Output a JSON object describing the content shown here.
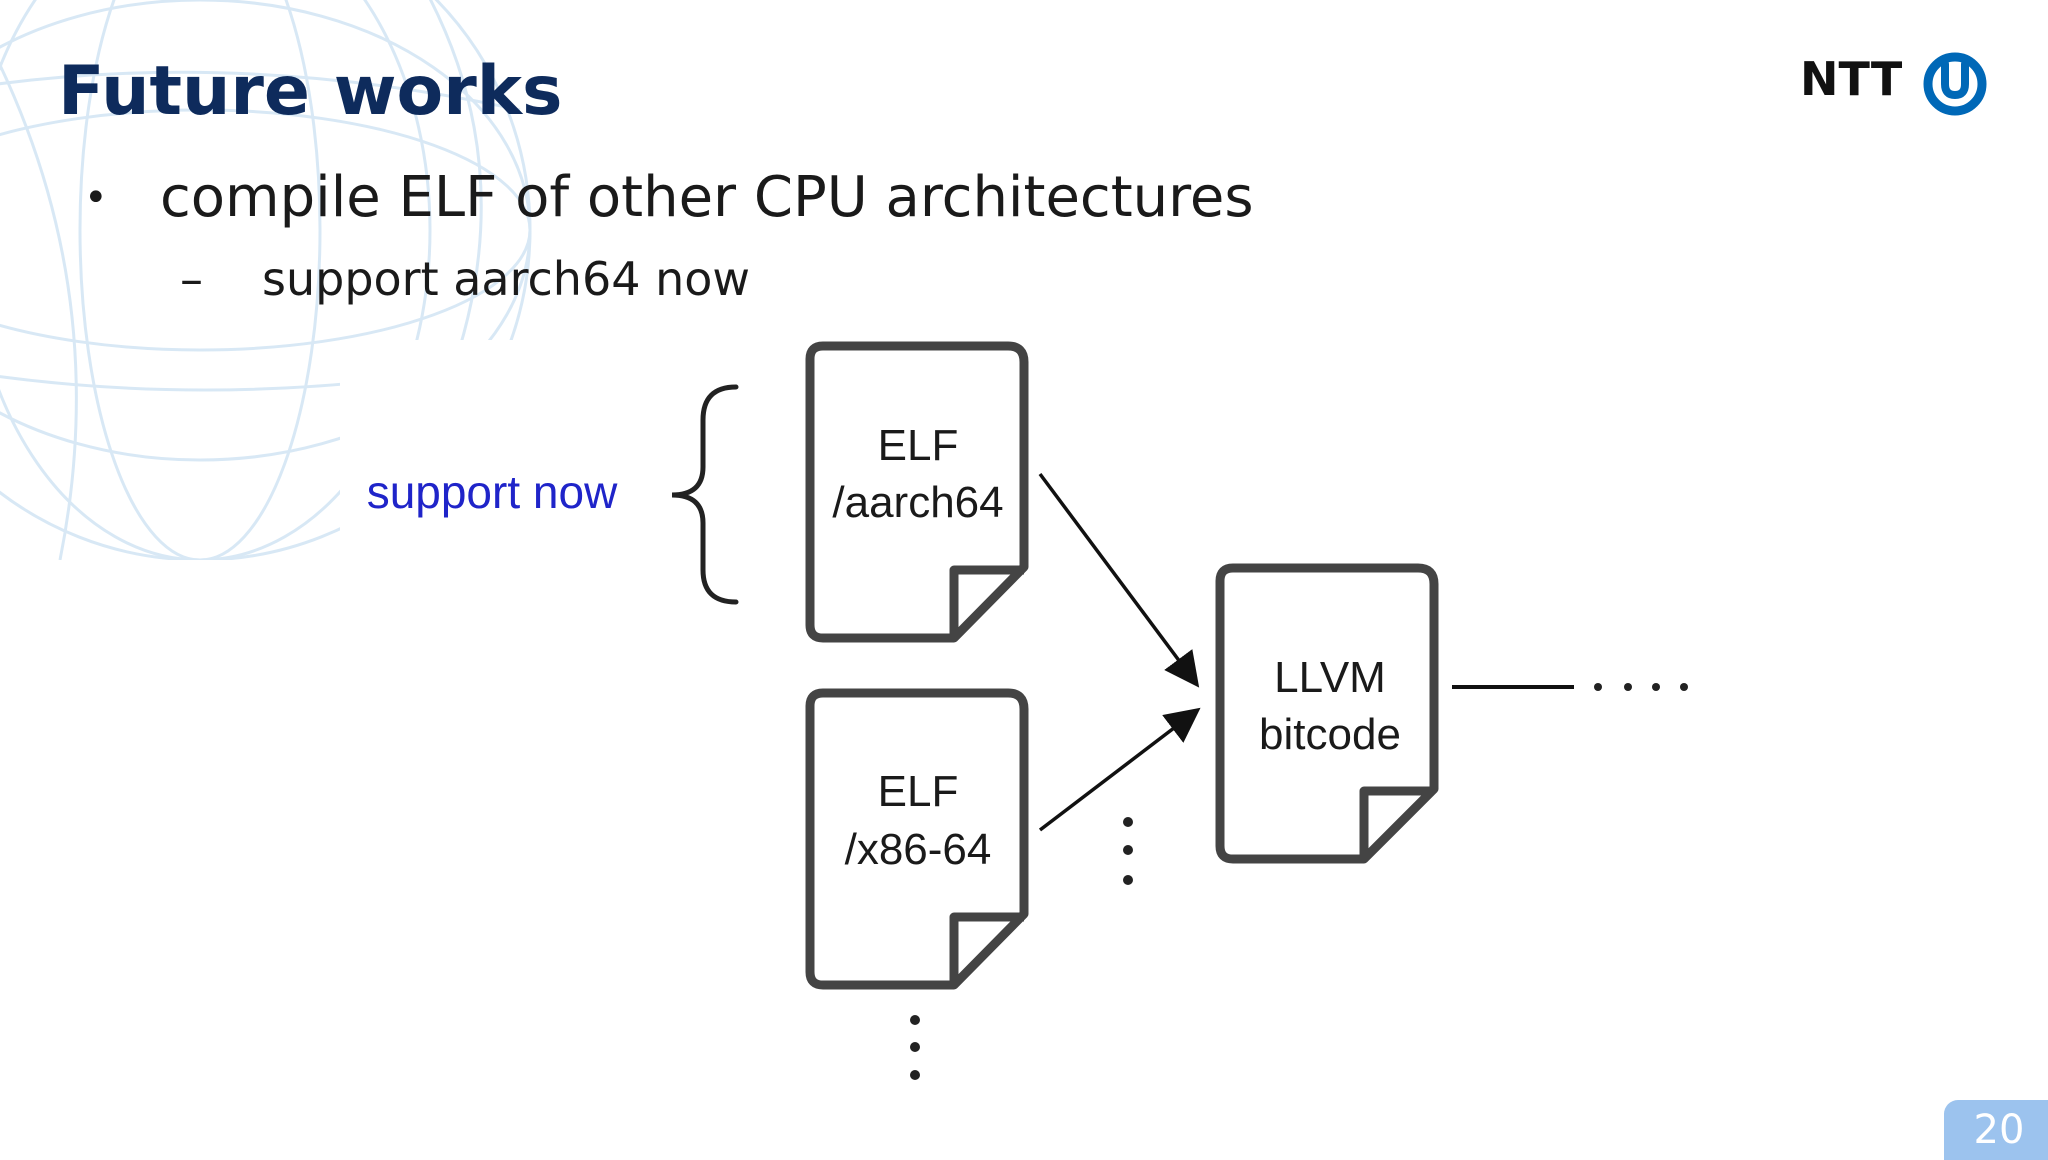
{
  "slide": {
    "title": "Future works",
    "page_number": "20"
  },
  "logo": {
    "text": "NTT",
    "mark": "ntt-ring-logo",
    "brand_color": "#0068b7"
  },
  "bullets": [
    {
      "marker": "•",
      "text": "compile ELF of other CPU architectures",
      "sub": [
        {
          "marker": "–",
          "text": "support aarch64 now"
        }
      ]
    }
  ],
  "diagram": {
    "support_label": "support now",
    "support_label_color": "#1f24c9",
    "files": [
      {
        "line1": "ELF",
        "line2": "/aarch64"
      },
      {
        "line1": "ELF",
        "line2": "/x86-64"
      }
    ],
    "target": {
      "line1": "LLVM",
      "line2": "bitcode"
    },
    "ellipsis_continue": "· · · ·"
  },
  "colors": {
    "title": "#0e2b5c",
    "badge": "#9cc3ee",
    "stroke": "#444444"
  }
}
